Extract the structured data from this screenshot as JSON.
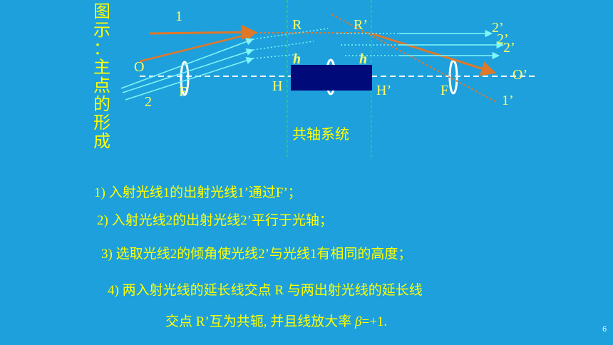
{
  "side_title_top": [
    "图",
    "示",
    "："
  ],
  "side_title_bottom": [
    "主",
    "点",
    "的",
    "形",
    "成"
  ],
  "labels": {
    "ray_1_in": "1",
    "ray_2_in": "2",
    "R": "R",
    "R_prime": "R’",
    "h_left": "h",
    "h_right": "h",
    "O": "O",
    "O_prime": "O’",
    "H": "H",
    "H_prime": "H’",
    "F": "F",
    "F_prime": "F’",
    "ray_2_out_a": "2’",
    "ray_2_out_b": "2’",
    "ray_2_out_c": "2’",
    "ray_1_out": "1’"
  },
  "system_label": "共轴系统",
  "statements": [
    "1) 入射光线1的出射光线1’通过F’；",
    "2) 入射光线2的出射光线2’平行于光轴；",
    "3) 选取光线2的倾角使光线2’与光线1有相同的高度；",
    "4) 两入射光线的延长线交点 R 与两出射光线的延长线",
    "交点 R’互为共轭, 并且线放大率",
    "=+1."
  ],
  "beta_symbol": "β",
  "page_number": "6",
  "colors": {
    "background": "#1ea0dc",
    "text_yellow": "#ffff00",
    "ray_orange": "#e07828",
    "ray_cyan": "#7ff7f7",
    "axis_white": "#ffffff",
    "principal_plane_green": "#22dd44",
    "system_block": "#000a78"
  }
}
